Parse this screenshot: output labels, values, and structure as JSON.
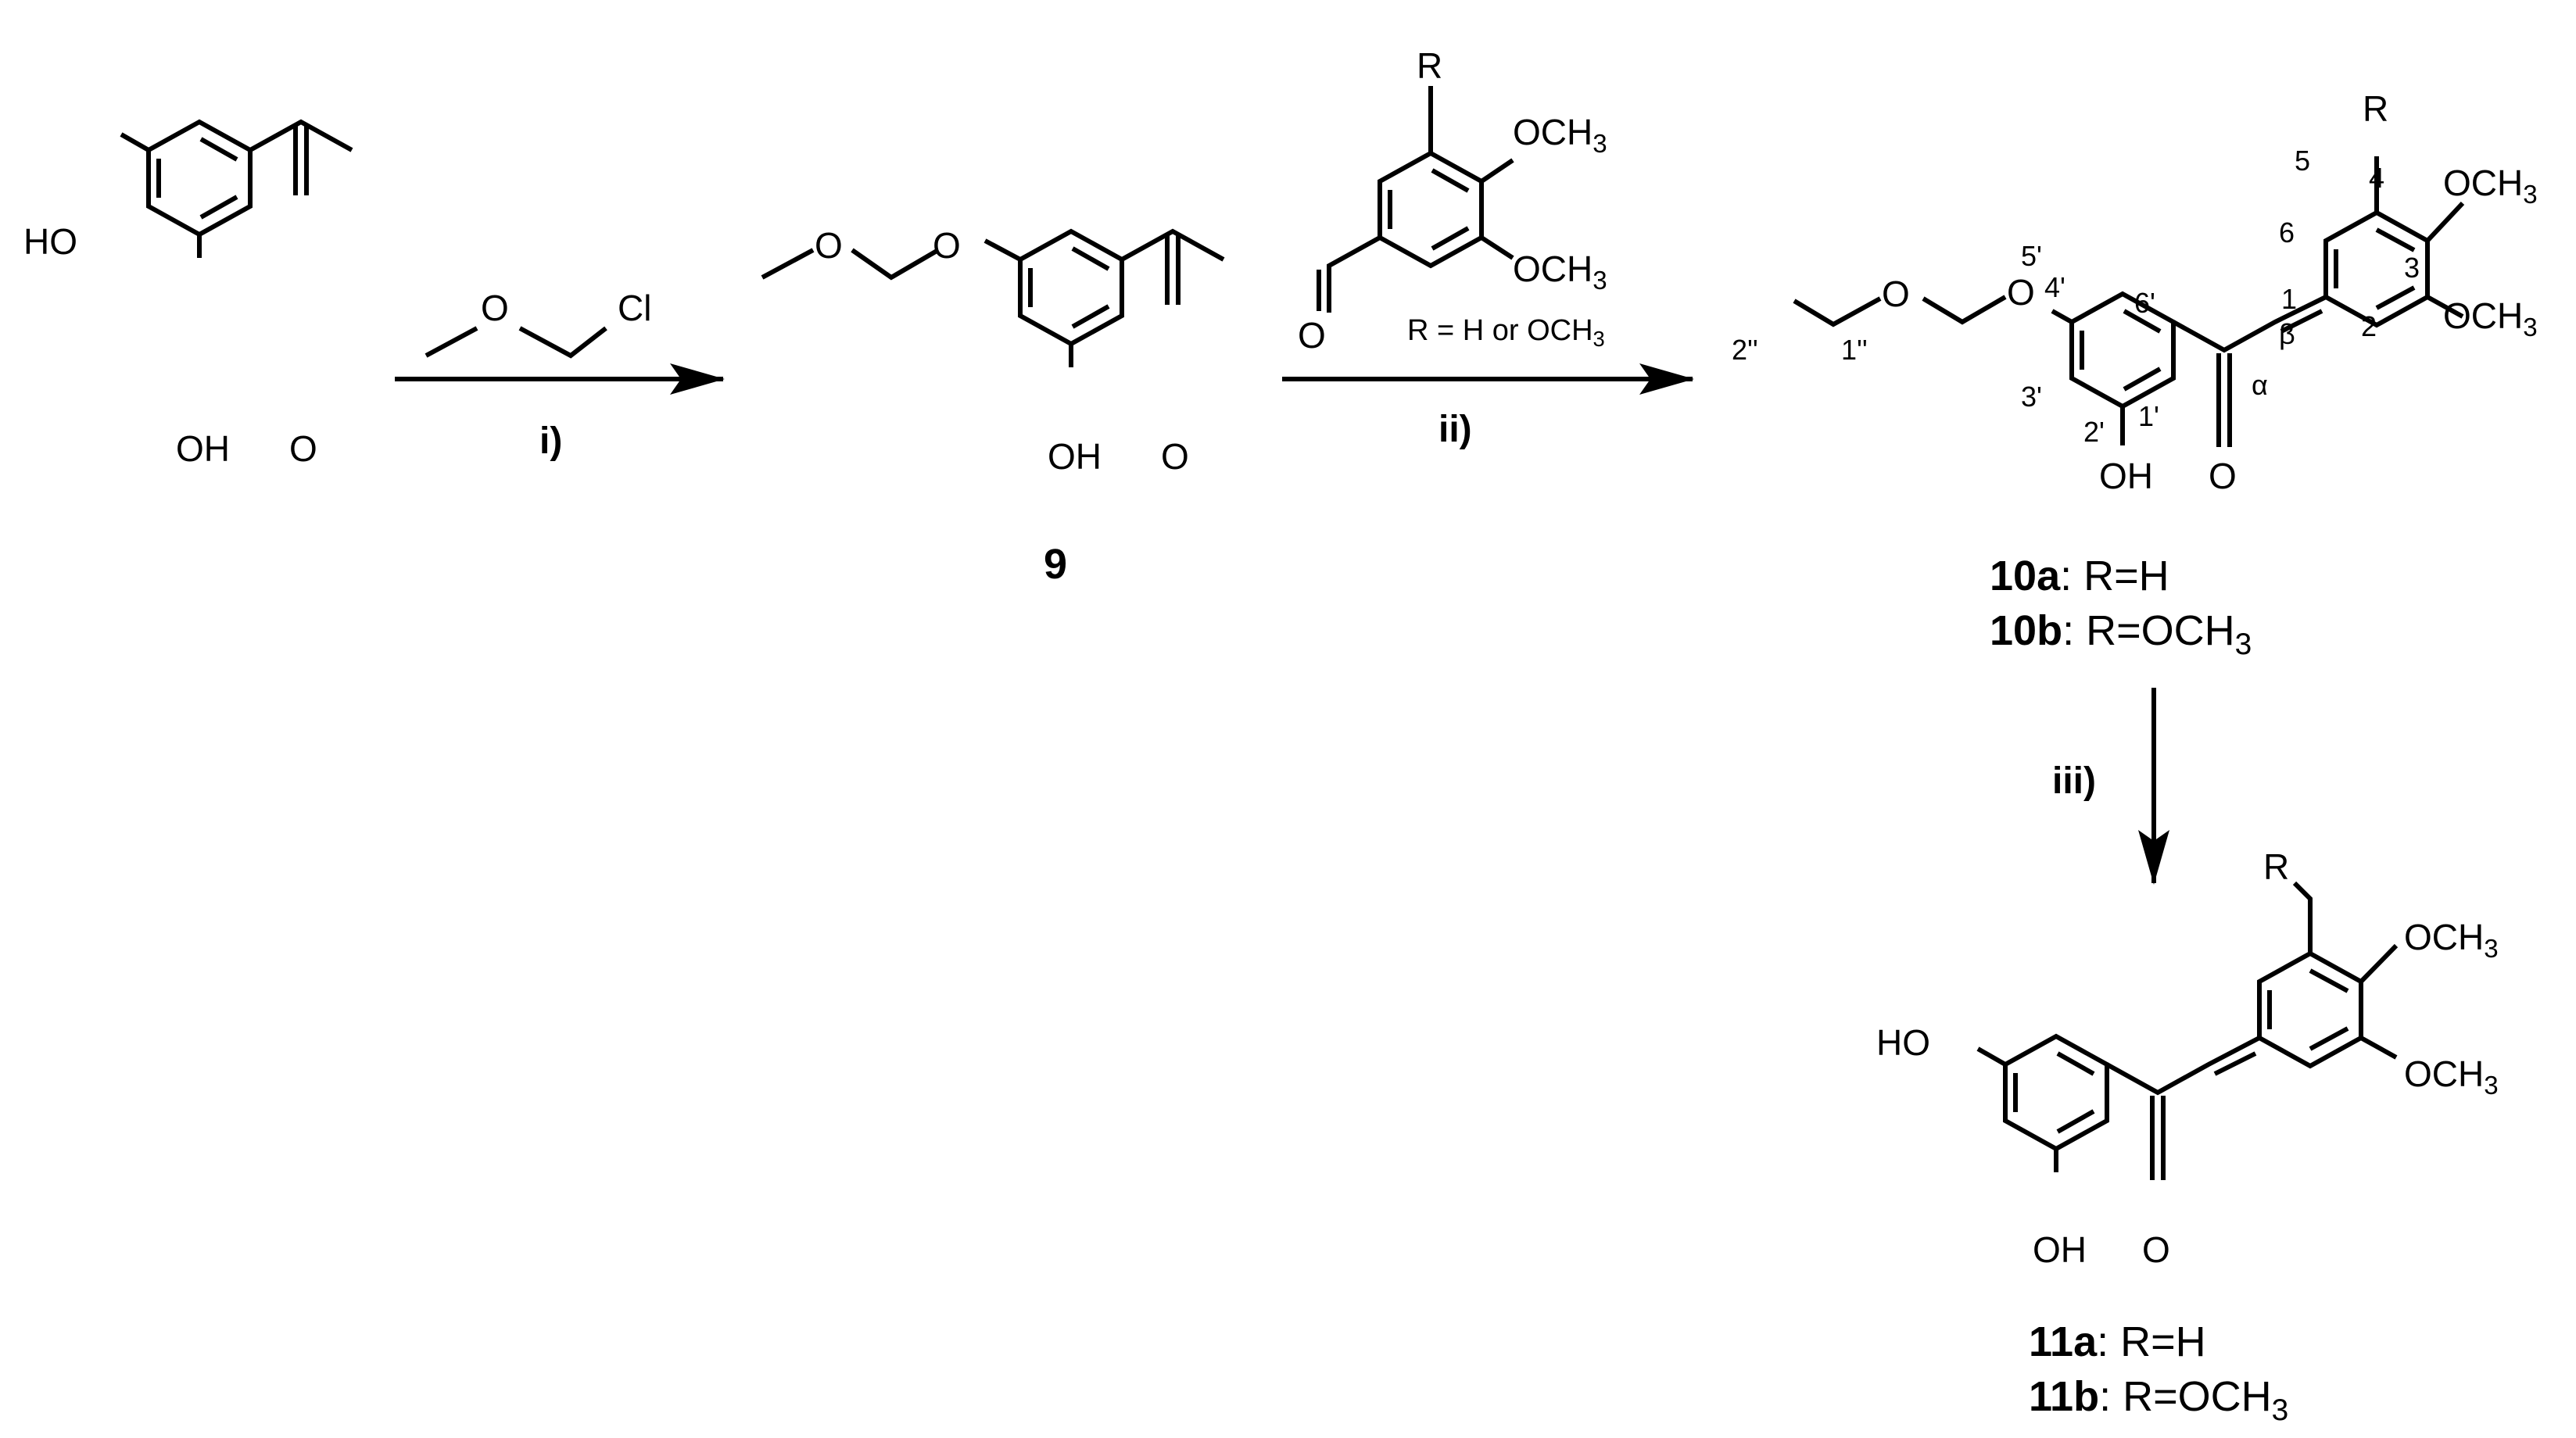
{
  "start": {
    "ho": "HO",
    "oh": "OH",
    "o": "O"
  },
  "reagent1": {
    "o": "O",
    "cl": "Cl"
  },
  "step_i": "i)",
  "cpd9": {
    "o1": "O",
    "o2": "O",
    "oh": "OH",
    "oc": "O",
    "label": "9"
  },
  "aldehyde": {
    "r": "R",
    "och3_top": "OCH",
    "och3_bot": "OCH",
    "sub": "3",
    "o": "O",
    "condition": "R = H or OCH",
    "condition_sub": "3"
  },
  "step_ii": "ii)",
  "cpd10": {
    "o1": "O",
    "o2": "O",
    "oh": "OH",
    "oc": "O",
    "r": "R",
    "och3_top": "OCH",
    "och3_bot": "OCH",
    "sub": "3",
    "nums": {
      "n2pp": "2''",
      "n1pp": "1''",
      "n4p": "4'",
      "n5p": "5'",
      "n6p": "6'",
      "n3p": "3'",
      "n2p": "2'",
      "n1p": "1'",
      "beta": "β",
      "alpha": "α",
      "n6": "6",
      "n5": "5",
      "n4": "4",
      "n3": "3",
      "n2": "2",
      "n1": "1"
    },
    "label_a_num": "10a",
    "label_a_rest": ": R=H",
    "label_b_num": "10b",
    "label_b_rest": ": R=OCH",
    "label_sub": "3"
  },
  "step_iii": "iii)",
  "cpd11": {
    "ho": "HO",
    "oh": "OH",
    "oc": "O",
    "r": "R",
    "och3_top": "OCH",
    "och3_bot": "OCH",
    "sub": "3",
    "label_a_num": "11a",
    "label_a_rest": ": R=H",
    "label_b_num": "11b",
    "label_b_rest": ": R=OCH",
    "label_sub": "3"
  }
}
